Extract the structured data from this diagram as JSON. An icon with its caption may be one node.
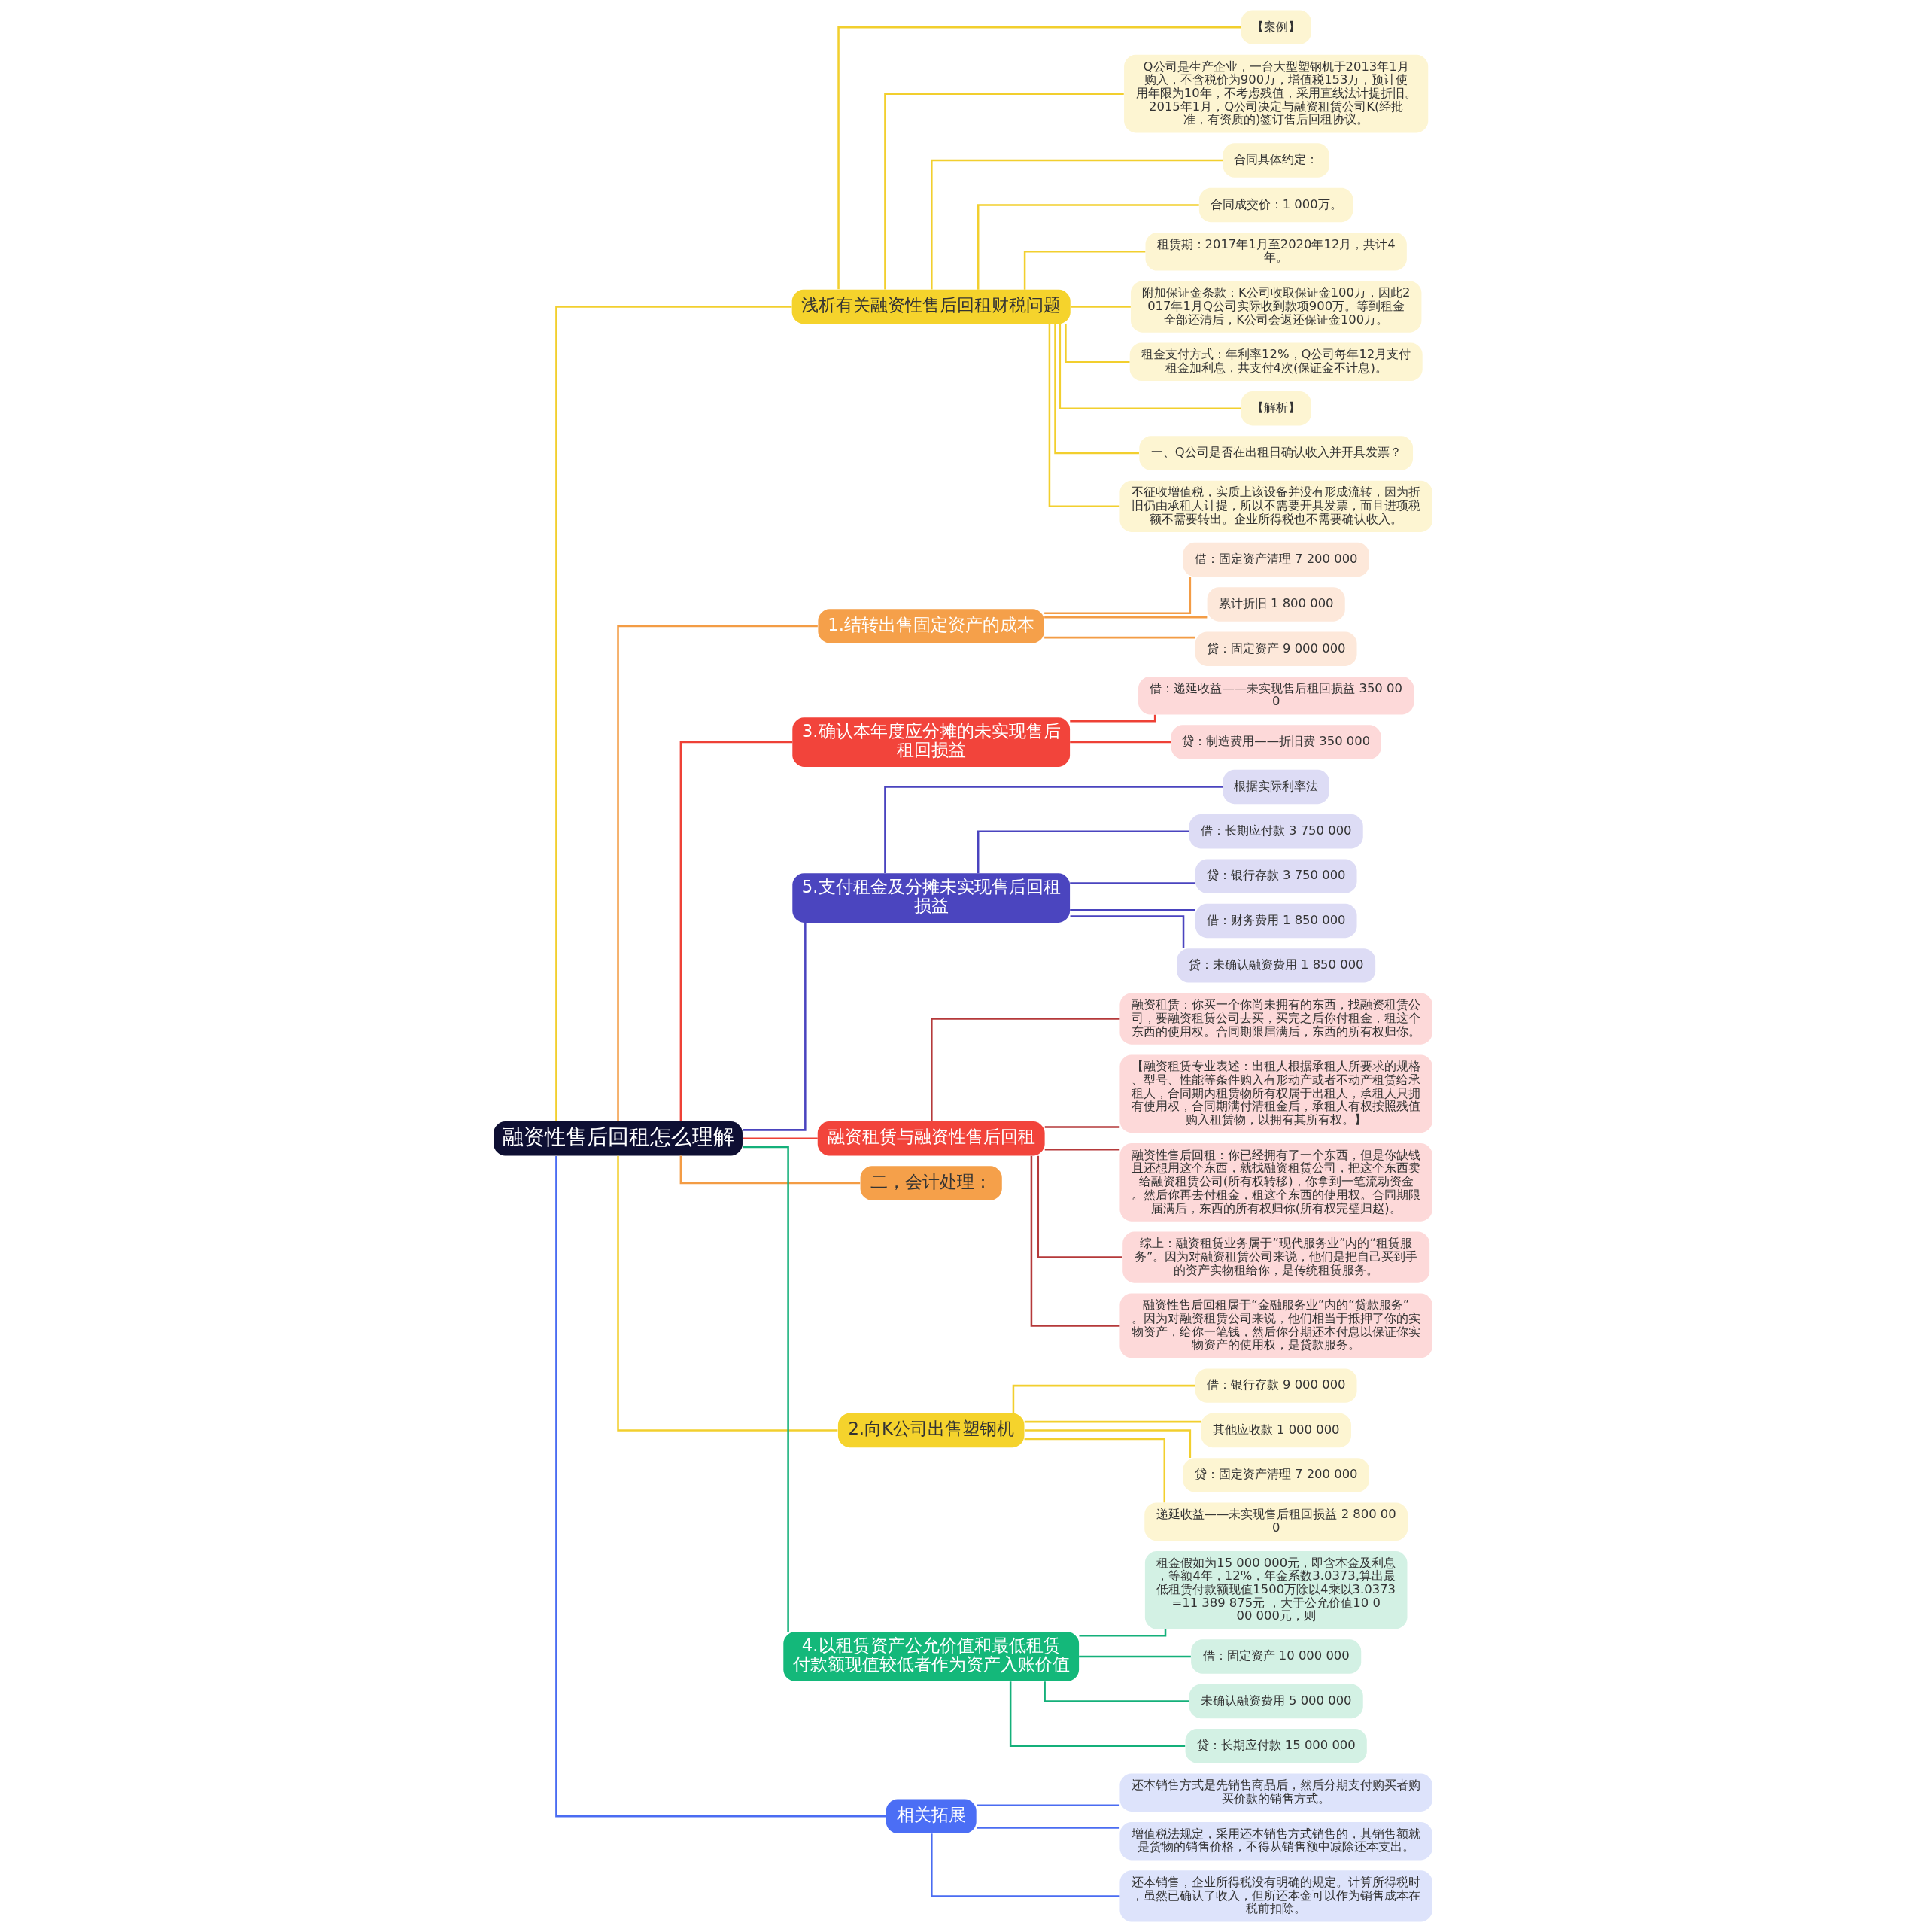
{
  "diagram": {
    "nodes": [
      {
        "text": [
          "融资性售后回租怎么理解"
        ]
      },
      {
        "text": [
          "浅析有关融资性售后回租财税问题"
        ]
      },
      {
        "text": [
          "【案例】"
        ]
      },
      {
        "text": [
          "Q公司是生产企业，一台大型塑钢机于2013年1月购入，不含税价为900万，增值税153万，预计使用年限为10年，不考虑残值，采用直线法计提折旧。2015年1月，Q公司决定与融资租赁公司K(经批准，有资质的)签订售后回租协议。"
        ]
      },
      {
        "text": [
          "合同具体约定："
        ]
      },
      {
        "text": [
          "合同成交价：1 000万。"
        ]
      },
      {
        "text": [
          "租赁期：2017年1月至2020年12月，共计4年。"
        ]
      },
      {
        "text": [
          "附加保证金条款：K公司收取保证金100万，因此2017年1月Q公司实际收到款项900万。等到租金全部还清后，K公司会返还保证金100万。"
        ]
      },
      {
        "text": [
          "租金支付方式：年利率12%，Q公司每年12月支付租金加利息，共支付4次(保证金不计息)。"
        ]
      },
      {
        "text": [
          "【解析】"
        ]
      },
      {
        "text": [
          "一、Q公司是否在出租日确认收入并开具发票？"
        ]
      },
      {
        "text": [
          "不征收增值税，实质上该设备并没有形成流转，因为折旧仍由承租人计提，所以不需要开具发票，而且进项税额不需要转出。企业所得税也不需要确认收入。"
        ]
      },
      {
        "text": [
          "1.结转出售固定资产的成本"
        ]
      },
      {
        "text": [
          "借：固定资产清理 7 200 000"
        ]
      },
      {
        "text": [
          "累计折旧 1 800 000"
        ]
      },
      {
        "text": [
          "贷：固定资产 9 000 000"
        ]
      },
      {
        "text": [
          "3.确认本年度应分摊的未实现售后租回损益"
        ]
      },
      {
        "text": [
          "借：递延收益——未实现售后租回损益 350 000"
        ]
      },
      {
        "text": [
          "贷：制造费用——折旧费 350 000"
        ]
      },
      {
        "text": [
          "5.支付租金及分摊未实现售后回租损益"
        ]
      },
      {
        "text": [
          "根据实际利率法"
        ]
      },
      {
        "text": [
          "借：长期应付款 3 750 000"
        ]
      },
      {
        "text": [
          "贷：银行存款 3 750 000"
        ]
      },
      {
        "text": [
          "借：财务费用 1 850 000"
        ]
      },
      {
        "text": [
          "贷：未确认融资费用 1 850 000"
        ]
      },
      {
        "text": [
          "融资租赁与融资性售后回租"
        ]
      },
      {
        "text": [
          "融资租赁：你买一个你尚未拥有的东西，找融资租赁公司，要融资租赁公司去买，买完之后你付租金，租这个东西的使用权。合同期限届满后，东西的所有权归你。"
        ]
      },
      {
        "text": [
          "【融资租赁专业表述：出租人根据承租人所要求的规格、型号、性能等条件购入有形动产或者不动产租赁给承租人，合同期内租赁物所有权属于出租人，承租人只拥有使用权，合同期满付清租金后，承租人有权按照残值购入租赁物，以拥有其所有权。】"
        ]
      },
      {
        "text": [
          "融资性售后回租：你已经拥有了一个东西，但是你缺钱且还想用这个东西，就找融资租赁公司，把这个东西卖给融资租赁公司(所有权转移)，你拿到一笔流动资金。然后你再去付租金，租这个东西的使用权。合同期限届满后，东西的所有权归你(所有权完璧归赵)。"
        ]
      },
      {
        "text": [
          "综上：融资租赁业务属于“现代服务业”内的“租赁服务”。因为对融资租赁公司来说，他们是把自己买到手的资产实物租给你，是传统租赁服务。"
        ]
      },
      {
        "text": [
          "融资性售后回租属于“金融服务业”内的“贷款服务”。因为对融资租赁公司来说，他们相当于抵押了你的实物资产，给你一笔钱，然后你分期还本付息以保证你实物资产的使用权，是贷款服务。"
        ]
      },
      {
        "text": [
          "二，会计处理："
        ]
      },
      {
        "text": [
          "2.向K公司出售塑钢机"
        ]
      },
      {
        "text": [
          "借：银行存款 9 000 000"
        ]
      },
      {
        "text": [
          "其他应收款 1 000 000"
        ]
      },
      {
        "text": [
          "贷：固定资产清理 7 200 000"
        ]
      },
      {
        "text": [
          "递延收益——未实现售后租回损益 2 800 000"
        ]
      },
      {
        "text": [
          "4.以租赁资产公允价值和最低租赁付款额现值较低者作为资产入账价值"
        ]
      },
      {
        "text": [
          "租金假如为15 000 000元，即含本金及利息，等额4年，12%，年金系数3.0373,算出最低租赁付款额现值1500万除以4乘以3.0373=11 389 875元 ，大于公允价值10 000 000元，则"
        ]
      },
      {
        "text": [
          "借：固定资产 10 000 000"
        ]
      },
      {
        "text": [
          "未确认融资费用 5 000 000"
        ]
      },
      {
        "text": [
          "贷：长期应付款 15 000 000"
        ]
      },
      {
        "text": [
          "相关拓展"
        ]
      },
      {
        "text": [
          "还本销售方式是先销售商品后，然后分期支付购买者购买价款的销售方式。"
        ]
      },
      {
        "text": [
          "增值税法规定，采用还本销售方式销售的，其销售额就是货物的销售价格，不得从销售额中减除还本支出。"
        ]
      },
      {
        "text": [
          "还本销售，企业所得税没有明确的规定。计算所得税时，虽然已确认了收入，但所还本金可以作为销售成本在税前扣除。"
        ]
      }
    ],
    "edges": [
      {
        "from": 0,
        "to": 1,
        "arrow": "none",
        "color": "#f2cf2e"
      },
      {
        "from": 1,
        "to": 2,
        "arrow": "none",
        "color": "#f2cf2e"
      },
      {
        "from": 1,
        "to": 3,
        "arrow": "none",
        "color": "#f2cf2e"
      },
      {
        "from": 1,
        "to": 4,
        "arrow": "none",
        "color": "#f2cf2e"
      },
      {
        "from": 1,
        "to": 5,
        "arrow": "none",
        "color": "#f2cf2e"
      },
      {
        "from": 1,
        "to": 6,
        "arrow": "none",
        "color": "#f2cf2e"
      },
      {
        "from": 1,
        "to": 7,
        "arrow": "none",
        "color": "#f2cf2e"
      },
      {
        "from": 1,
        "to": 8,
        "arrow": "none",
        "color": "#f2cf2e"
      },
      {
        "from": 1,
        "to": 9,
        "arrow": "none",
        "color": "#f2cf2e"
      },
      {
        "from": 1,
        "to": 10,
        "arrow": "none",
        "color": "#f2cf2e"
      },
      {
        "from": 1,
        "to": 11,
        "arrow": "none",
        "color": "#f2cf2e"
      },
      {
        "from": 0,
        "to": 12,
        "arrow": "none",
        "color": "#f39c45"
      },
      {
        "from": 12,
        "to": 13,
        "arrow": "none",
        "color": "#f39c45"
      },
      {
        "from": 12,
        "to": 14,
        "arrow": "none",
        "color": "#f39c45"
      },
      {
        "from": 12,
        "to": 15,
        "arrow": "none",
        "color": "#f39c45"
      },
      {
        "from": 0,
        "to": 16,
        "arrow": "none",
        "color": "#ee4136"
      },
      {
        "from": 16,
        "to": 17,
        "arrow": "none",
        "color": "#ee4136"
      },
      {
        "from": 16,
        "to": 18,
        "arrow": "none",
        "color": "#ee4136"
      },
      {
        "from": 0,
        "to": 19,
        "arrow": "none",
        "color": "#4a44bf"
      },
      {
        "from": 19,
        "to": 20,
        "arrow": "none",
        "color": "#4a44bf"
      },
      {
        "from": 19,
        "to": 21,
        "arrow": "none",
        "color": "#4a44bf"
      },
      {
        "from": 19,
        "to": 22,
        "arrow": "none",
        "color": "#4a44bf"
      },
      {
        "from": 19,
        "to": 23,
        "arrow": "none",
        "color": "#4a44bf"
      },
      {
        "from": 19,
        "to": 24,
        "arrow": "none",
        "color": "#4a44bf"
      },
      {
        "from": 0,
        "to": 25,
        "arrow": "none",
        "color": "#ee4136"
      },
      {
        "from": 25,
        "to": 26,
        "arrow": "none",
        "color": "#b5393a"
      },
      {
        "from": 25,
        "to": 27,
        "arrow": "none",
        "color": "#b5393a"
      },
      {
        "from": 25,
        "to": 28,
        "arrow": "none",
        "color": "#b5393a"
      },
      {
        "from": 25,
        "to": 29,
        "arrow": "none",
        "color": "#b5393a"
      },
      {
        "from": 25,
        "to": 30,
        "arrow": "none",
        "color": "#b5393a"
      },
      {
        "from": 0,
        "to": 31,
        "arrow": "none",
        "color": "#f39c45"
      },
      {
        "from": 0,
        "to": 32,
        "arrow": "none",
        "color": "#f2cf2e"
      },
      {
        "from": 32,
        "to": 33,
        "arrow": "none",
        "color": "#f2cf2e"
      },
      {
        "from": 32,
        "to": 34,
        "arrow": "none",
        "color": "#f2cf2e"
      },
      {
        "from": 32,
        "to": 35,
        "arrow": "none",
        "color": "#f2cf2e"
      },
      {
        "from": 32,
        "to": 36,
        "arrow": "none",
        "color": "#f2cf2e"
      },
      {
        "from": 0,
        "to": 37,
        "arrow": "none",
        "color": "#14b07a"
      },
      {
        "from": 37,
        "to": 38,
        "arrow": "none",
        "color": "#14b07a"
      },
      {
        "from": 37,
        "to": 39,
        "arrow": "none",
        "color": "#14b07a"
      },
      {
        "from": 37,
        "to": 40,
        "arrow": "none",
        "color": "#14b07a"
      },
      {
        "from": 37,
        "to": 41,
        "arrow": "none",
        "color": "#14b07a"
      },
      {
        "from": 0,
        "to": 42,
        "arrow": "none",
        "color": "#4a6cf2"
      },
      {
        "from": 42,
        "to": 43,
        "arrow": "none",
        "color": "#4a6cf2"
      },
      {
        "from": 42,
        "to": 44,
        "arrow": "none",
        "color": "#4a6cf2"
      },
      {
        "from": 42,
        "to": 45,
        "arrow": "none",
        "color": "#4a6cf2"
      }
    ]
  }
}
